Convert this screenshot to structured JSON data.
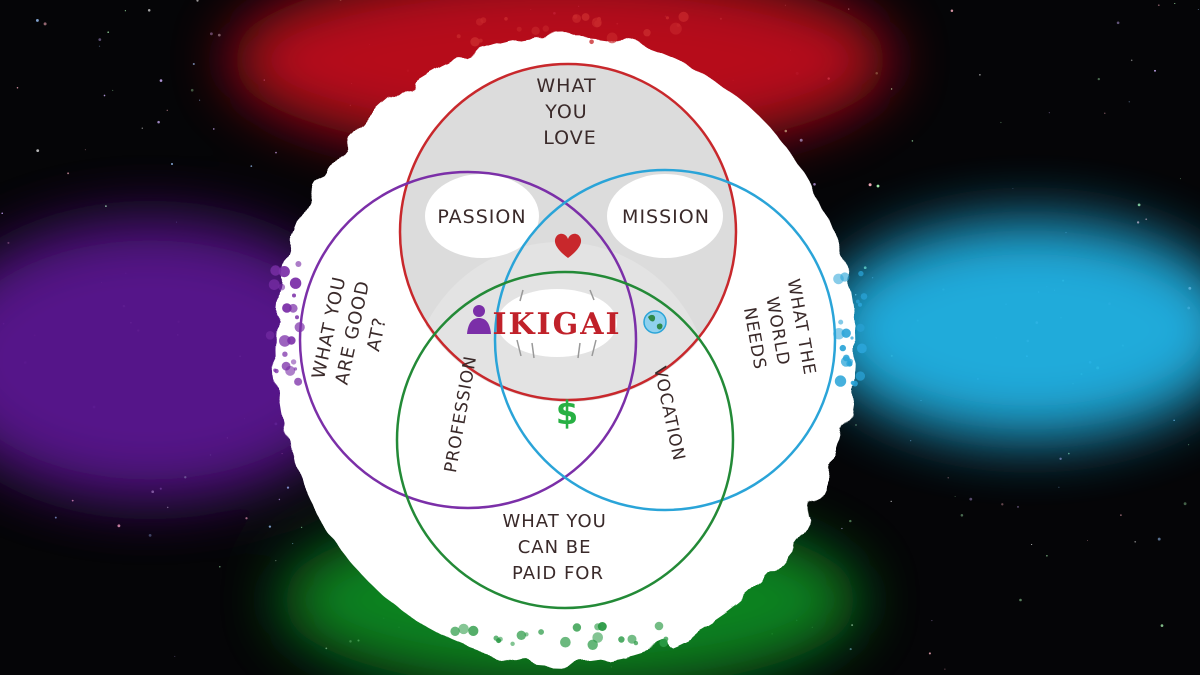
{
  "diagram": {
    "circles": {
      "love": {
        "label_lines": [
          "WHAT",
          "YOU",
          "LOVE"
        ],
        "color": "#c8282c"
      },
      "good_at": {
        "label_lines": [
          "WHAT YOU",
          "ARE GOOD",
          "AT?"
        ],
        "color": "#7b2fa8"
      },
      "world_needs": {
        "label_lines": [
          "WHAT THE",
          "WORLD",
          "NEEDS"
        ],
        "color": "#2aa4d8"
      },
      "paid_for": {
        "label_lines": [
          "WHAT YOU",
          "CAN BE",
          "PAID FOR"
        ],
        "color": "#238a37"
      }
    },
    "overlaps": {
      "passion": "PASSION",
      "mission": "MISSION",
      "profession": "PROFESSION",
      "vocation": "VOCATION"
    },
    "center": {
      "label": "IKIGAI",
      "color": "#c0212a"
    },
    "icons": [
      "heart-icon",
      "person-icon",
      "globe-icon",
      "dollar-icon"
    ],
    "dollar_glyph": "$",
    "background_colors": {
      "red": "#c0101a",
      "purple": "#5a1890",
      "cyan": "#22b4e6",
      "green": "#108a22",
      "space": "#050507"
    }
  }
}
